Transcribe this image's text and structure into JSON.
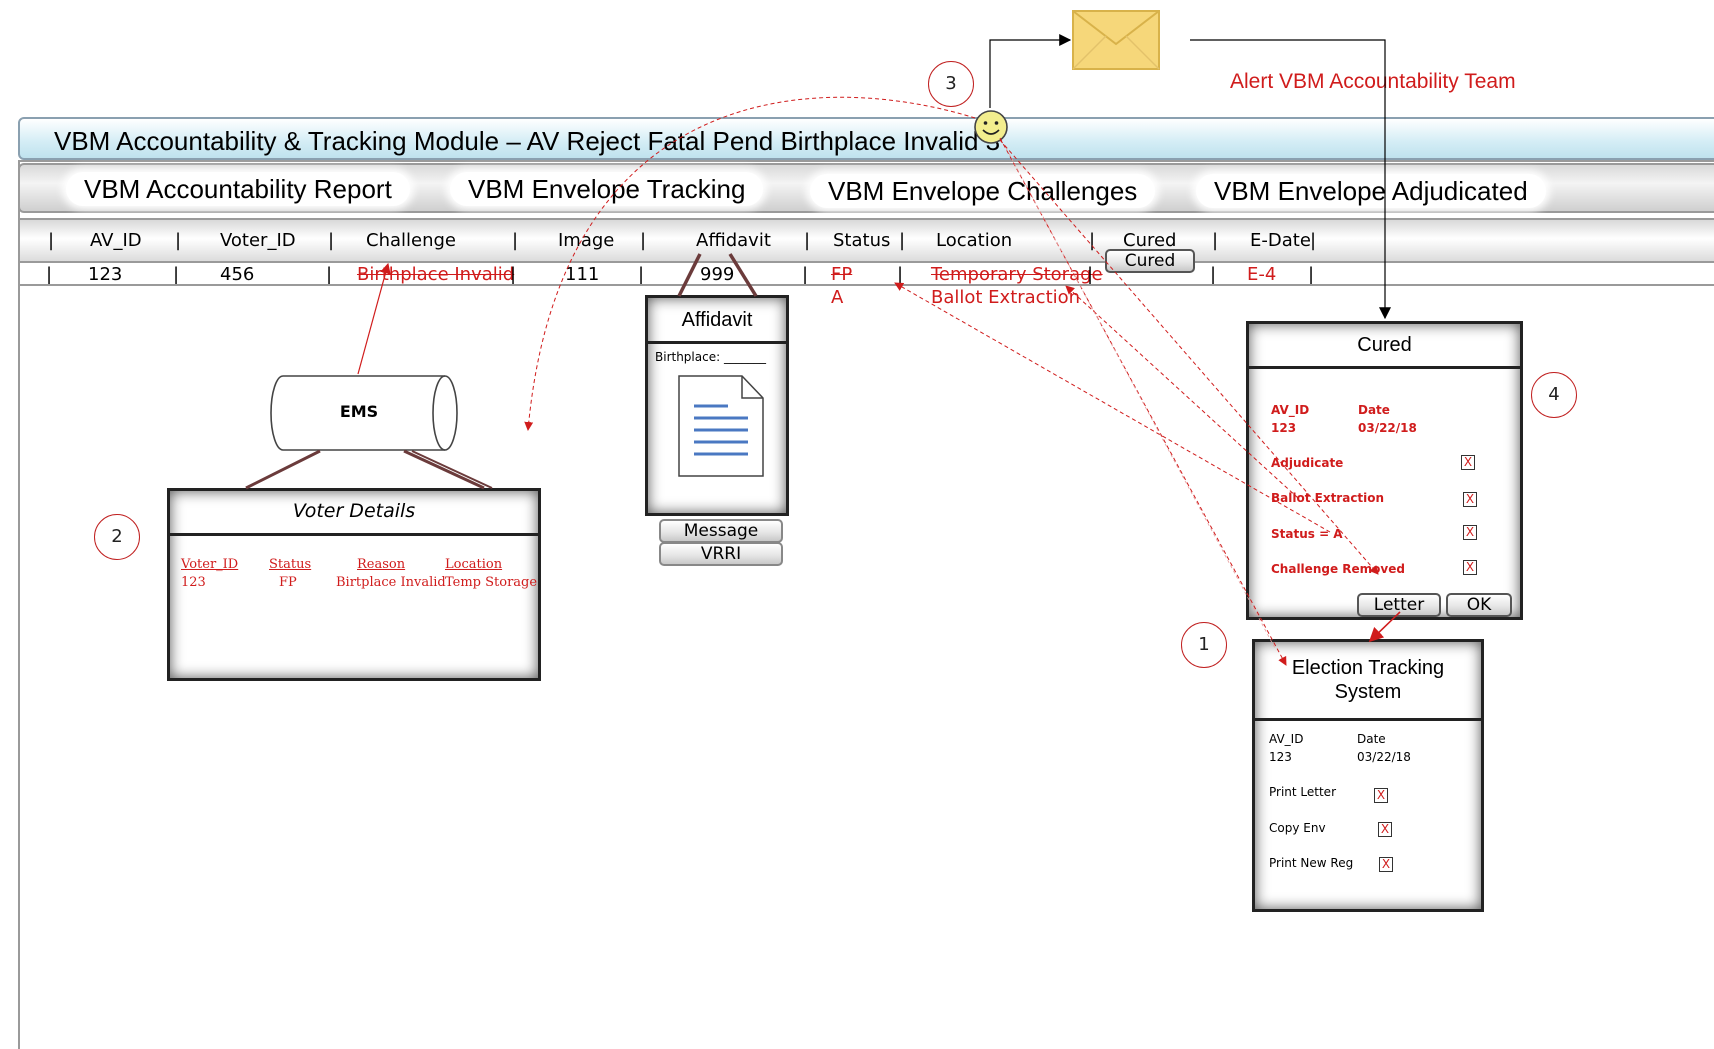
{
  "title": "VBM Accountability & Tracking Module – AV Reject Fatal Pend Birthplace Invalid 3",
  "tabs": [
    "VBM Accountability Report",
    "VBM Envelope Tracking",
    "VBM Envelope Challenges",
    "VBM Envelope Adjudicated"
  ],
  "table": {
    "headers": [
      "AV_ID",
      "Voter_ID",
      "Challenge",
      "Image",
      "Affidavit",
      "Status",
      "Location",
      "Cured",
      "E-Date"
    ],
    "row": {
      "av_id": "123",
      "voter_id": "456",
      "challenge": "Birthplace Invalid",
      "image": "111",
      "affidavit": "999",
      "status_old": "FP",
      "status_new": "A",
      "location_old": "Temporary Storage",
      "location_new": "Ballot Extraction",
      "cured_button": "Cured",
      "edate": "E-4"
    }
  },
  "alert_text": "Alert VBM Accountability Team",
  "callouts": [
    "1",
    "2",
    "3",
    "4"
  ],
  "ems": {
    "label": "EMS",
    "voter_details": {
      "title": "Voter Details",
      "headers": [
        "Voter_ID",
        "Status",
        "Reason",
        "Location"
      ],
      "values": [
        "123",
        "FP",
        "Birtplace Invalid",
        "Temp Storage"
      ]
    }
  },
  "affidavit_doc": {
    "title": "Affidavit",
    "field": "Birthplace: _______",
    "buttons": [
      "Message",
      "VRRI"
    ]
  },
  "cured_panel": {
    "title": "Cured",
    "av_id_label": "AV_ID",
    "av_id": "123",
    "date_label": "Date",
    "date": "03/22/18",
    "items": [
      "Adjudicate",
      "Ballot Extraction",
      "Status = A",
      "Challenge Removed"
    ],
    "check_mark": "X",
    "letter_button": "Letter",
    "ok_button": "OK"
  },
  "ets_panel": {
    "title_line1": "Election Tracking",
    "title_line2": "System",
    "av_id_label": "AV_ID",
    "av_id": "123",
    "date_label": "Date",
    "date": "03/22/18",
    "items": [
      "Print Letter",
      "Copy Env",
      "Print New Reg"
    ],
    "check_mark": "X"
  },
  "colors": {
    "accent_red": "#d01c1c",
    "title_blue": "#bfe2ee",
    "envelope": "#f6d77a",
    "smiley": "#f3ee8e"
  }
}
